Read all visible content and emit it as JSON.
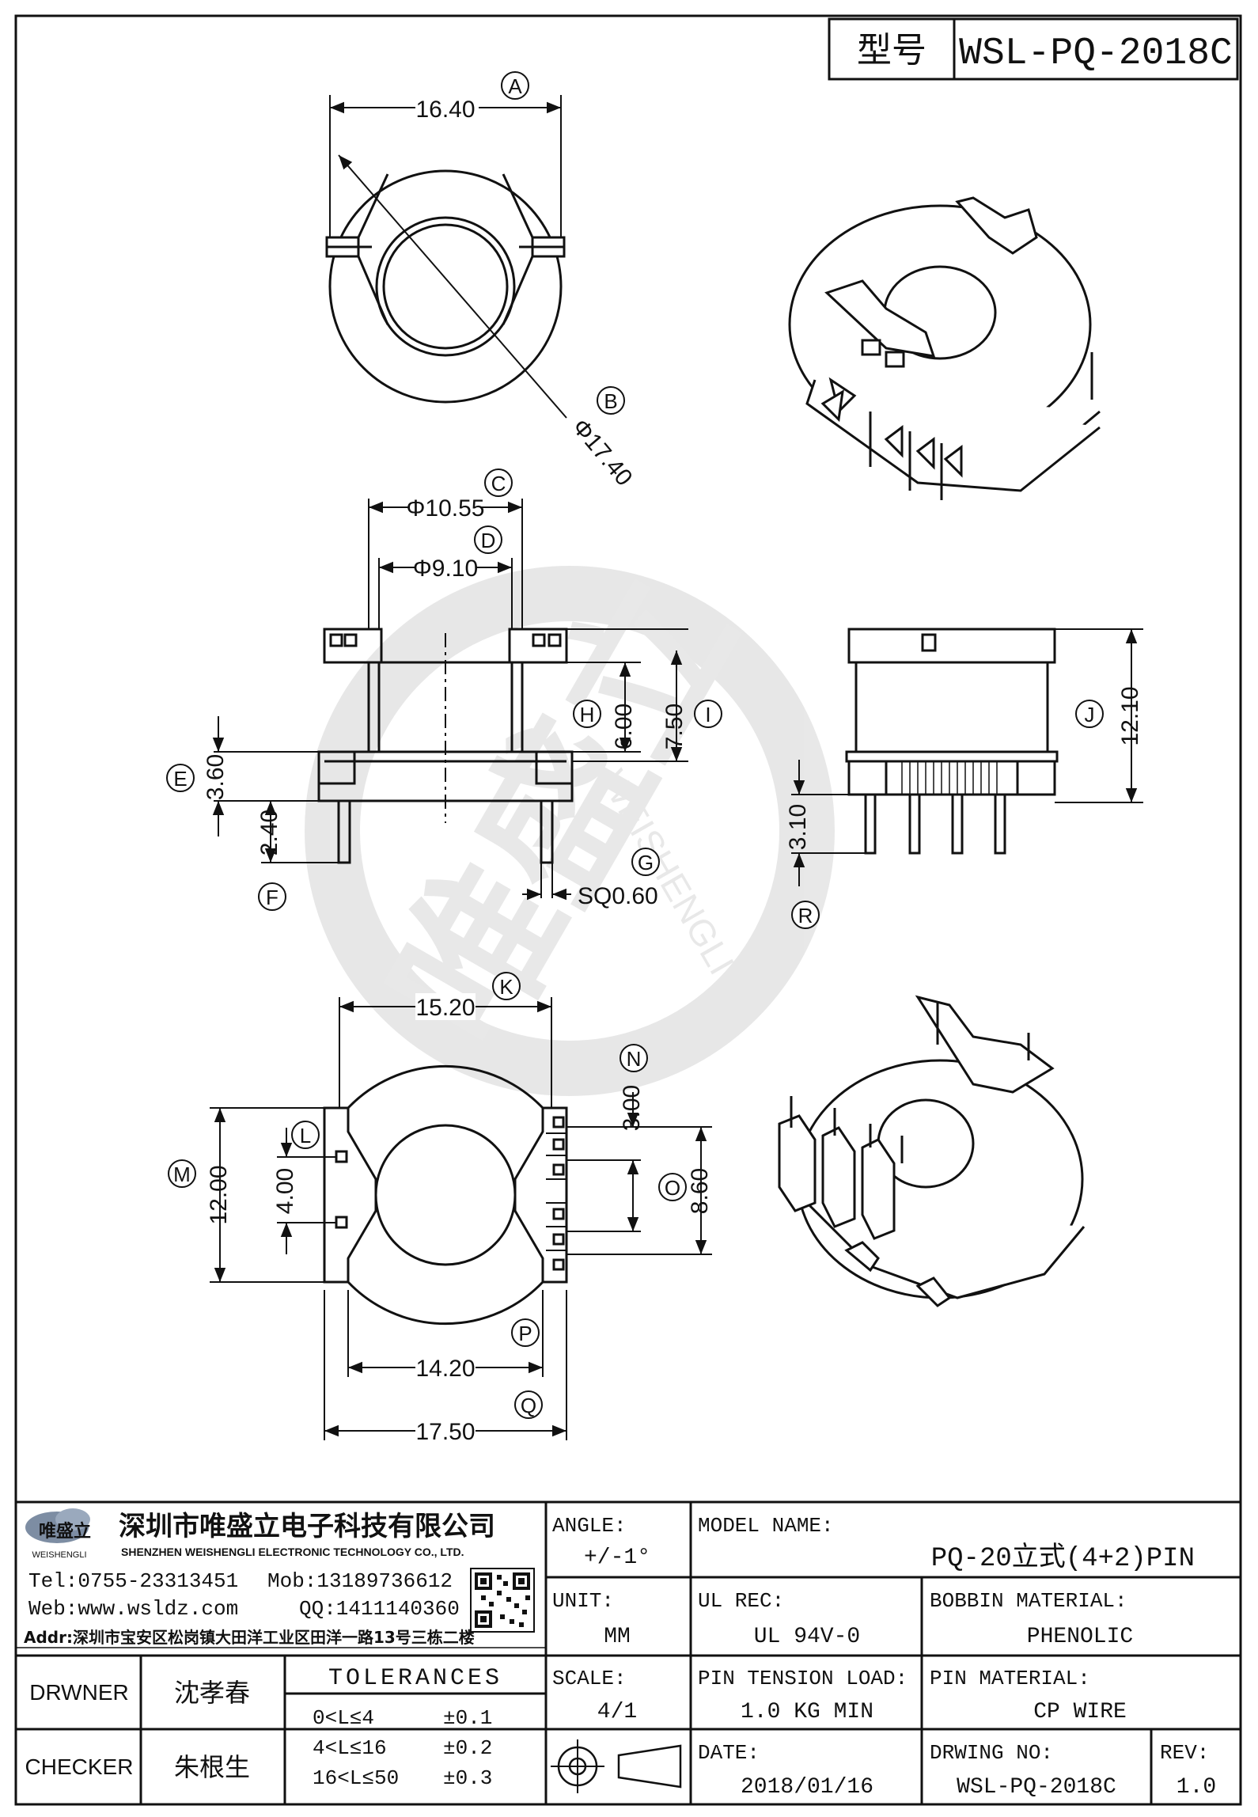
{
  "header": {
    "label": "型号",
    "model": "WSL-PQ-2018C"
  },
  "dims": {
    "A": "16.40",
    "B": "Φ17.40",
    "C": "Φ10.55",
    "D": "Φ9.10",
    "E": "3.60",
    "F": "2.40",
    "G": "SQ0.60",
    "H": "6.00",
    "I": "7.50",
    "J": "12.10",
    "R": "3.10",
    "K": "15.20",
    "L": "4.00",
    "M": "12.00",
    "N": "3.00",
    "O": "8.60",
    "P": "14.20",
    "Q": "17.50"
  },
  "markers": [
    "A",
    "B",
    "C",
    "D",
    "E",
    "F",
    "G",
    "H",
    "I",
    "J",
    "K",
    "L",
    "M",
    "N",
    "O",
    "P",
    "Q",
    "R"
  ],
  "watermark": {
    "text": "唯盛立",
    "sub": "WEISHENGLI"
  },
  "company": {
    "logo_text": "唯盛立",
    "logo_sub": "WEISHENGLI",
    "name_cn": "深圳市唯盛立电子科技有限公司",
    "name_en": "SHENZHEN WEISHENGLI ELECTRONIC TECHNOLOGY CO., LTD.",
    "tel": "Tel:0755-23313451",
    "mob": "Mob:13189736612",
    "web": "Web:www.wsldz.com",
    "qq": "QQ:1411140360",
    "addr": "Addr:深圳市宝安区松岗镇大田洋工业区田洋一路13号三栋二楼"
  },
  "titleblock": {
    "angle_label": "ANGLE:",
    "angle_value": "+/-1°",
    "model_label": "MODEL NAME:",
    "model_value": "PQ-20立式(4+2)PIN",
    "unit_label": "UNIT:",
    "unit_value": "MM",
    "ul_label": "UL REC:",
    "ul_value": "UL 94V-0",
    "bobbin_label": "BOBBIN MATERIAL:",
    "bobbin_value": "PHENOLIC",
    "scale_label": "SCALE:",
    "scale_value": "4/1",
    "tension_label": "PIN TENSION LOAD:",
    "tension_value": "1.0 KG MIN",
    "pinmat_label": "PIN MATERIAL:",
    "pinmat_value": "CP WIRE",
    "date_label": "DATE:",
    "date_value": "2018/01/16",
    "dwg_label": "DRWING NO:",
    "dwg_value": "WSL-PQ-2018C",
    "rev_label": "REV:",
    "rev_value": "1.0",
    "drawer_label": "DRWNER",
    "drawer_value": "沈孝春",
    "checker_label": "CHECKER",
    "checker_value": "朱根生",
    "tol_title": "TOLERANCES",
    "tol_rows": [
      {
        "range": "0<L≤4",
        "tol": "±0.1"
      },
      {
        "range": "4<L≤16",
        "tol": "±0.2"
      },
      {
        "range": "16<L≤50",
        "tol": "±0.3"
      }
    ]
  }
}
